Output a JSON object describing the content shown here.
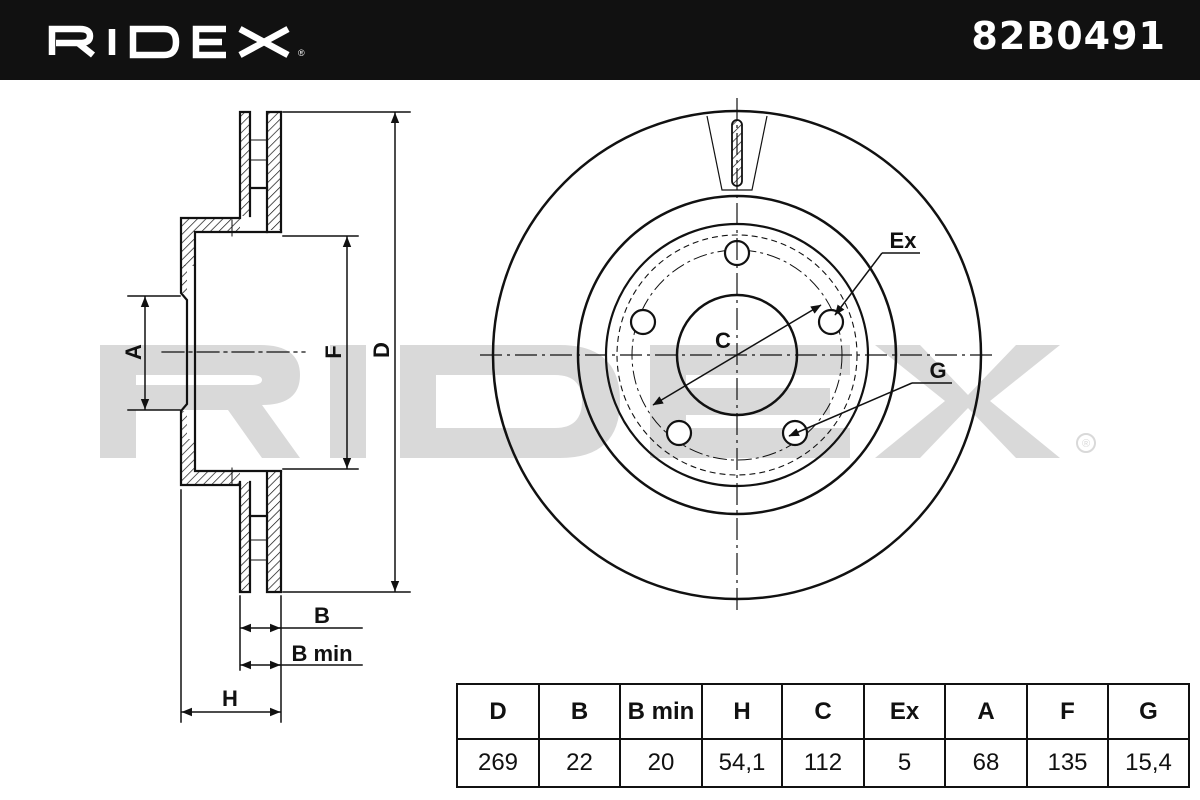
{
  "brand": {
    "logo_text": "RIDEX",
    "watermark_text": "RIDEX",
    "registered_mark": "®"
  },
  "header": {
    "part_number": "82B0491"
  },
  "colors": {
    "header_bg": "#111111",
    "header_text": "#ffffff",
    "line": "#111111",
    "watermark": "#d9d9d9"
  },
  "side_view_labels": {
    "a": "A",
    "f": "F",
    "d": "D",
    "b": "B",
    "b_min": "B min",
    "h": "H"
  },
  "front_view_labels": {
    "c": "C",
    "ex": "Ex",
    "g": "G"
  },
  "table": {
    "headers": [
      "D",
      "B",
      "B min",
      "H",
      "C",
      "Ex",
      "A",
      "F",
      "G"
    ],
    "values": [
      "269",
      "22",
      "20",
      "54,1",
      "112",
      "5",
      "68",
      "135",
      "15,4"
    ]
  }
}
